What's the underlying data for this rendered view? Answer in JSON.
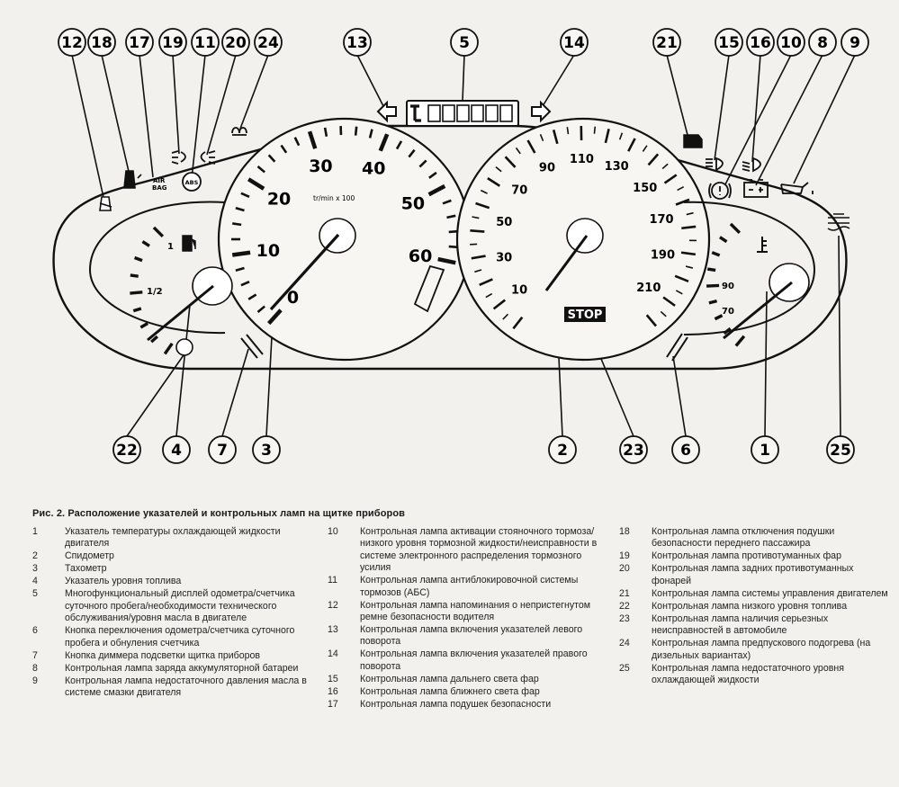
{
  "diagram": {
    "tach_label": "tr/min x 100",
    "tach_ticks": [
      "0",
      "10",
      "20",
      "30",
      "40",
      "50",
      "60"
    ],
    "speed_ticks": [
      "10",
      "30",
      "50",
      "70",
      "90",
      "110",
      "130",
      "150",
      "170",
      "190",
      "210"
    ],
    "fuel_labels": [
      "1",
      "1/2"
    ],
    "temp_labels": [
      "90",
      "70"
    ],
    "airbag_label": "AIR\nBAG",
    "abs_label": "ABS",
    "stop_label": "STOP",
    "callouts_top": [
      "12",
      "18",
      "17",
      "19",
      "11",
      "20",
      "24",
      "13",
      "5",
      "14",
      "21",
      "15",
      "16",
      "10",
      "8",
      "9"
    ],
    "callouts_bottom": [
      "22",
      "4",
      "7",
      "3",
      "2",
      "23",
      "6",
      "1",
      "25"
    ]
  },
  "caption": "Рис. 2. Расположение указателей и контрольных ламп на щитке приборов",
  "legend": {
    "col1": [
      {
        "num": "1",
        "text": "Указатель температуры охлаждающей жидкости двигателя"
      },
      {
        "num": "2",
        "text": "Спидометр"
      },
      {
        "num": "3",
        "text": "Тахометр"
      },
      {
        "num": "4",
        "text": "Указатель уровня топлива"
      },
      {
        "num": "5",
        "text": "Многофункциональный дисплей одометра/счетчика суточного пробега/необходимости технического обслуживания/уровня масла в двигателе"
      },
      {
        "num": "6",
        "text": "Кнопка переключения одометра/счетчика суточного пробега и обнуления счетчика"
      },
      {
        "num": "7",
        "text": "Кнопка диммера подсветки щитка приборов"
      },
      {
        "num": "8",
        "text": "Контрольная лампа заряда аккумуляторной батареи"
      },
      {
        "num": "9",
        "text": "Контрольная лампа недостаточного давления масла в системе смазки двигателя"
      }
    ],
    "col2": [
      {
        "num": "10",
        "text": "Контрольная лампа активации стояночного тормоза/низкого уровня тормозной жидкости/неисправности в системе электронного распределения тормозного усилия"
      },
      {
        "num": "11",
        "text": "Контрольная лампа антиблокировочной системы тормозов (АБС)"
      },
      {
        "num": "12",
        "text": "Контрольная лампа напоминания о непристегнутом ремне безопасности водителя"
      },
      {
        "num": "13",
        "text": "Контрольная лампа включения указателей левого поворота"
      },
      {
        "num": "14",
        "text": "Контрольная лампа включения указателей правого поворота"
      },
      {
        "num": "15",
        "text": "Контрольная лампа дальнего света фар"
      },
      {
        "num": "16",
        "text": "Контрольная лампа ближнего света фар"
      },
      {
        "num": "17",
        "text": "Контрольная лампа подушек безопасности"
      }
    ],
    "col3": [
      {
        "num": "18",
        "text": "Контрольная лампа отключения подушки безопасности переднего пассажира"
      },
      {
        "num": "19",
        "text": "Контрольная лампа противотуманных фар"
      },
      {
        "num": "20",
        "text": "Контрольная лампа задних противотуманных фонарей"
      },
      {
        "num": "21",
        "text": "Контрольная лампа системы управления двигателем"
      },
      {
        "num": "22",
        "text": "Контрольная лампа низкого уровня топлива"
      },
      {
        "num": "23",
        "text": "Контрольная лампа наличия серьезных неисправностей в автомобиле"
      },
      {
        "num": "24",
        "text": "Контрольная лампа предпускового подогрева (на дизельных вариантах)"
      },
      {
        "num": "25",
        "text": "Контрольная лампа недостаточного уровня охлаждающей жидкости"
      }
    ]
  }
}
